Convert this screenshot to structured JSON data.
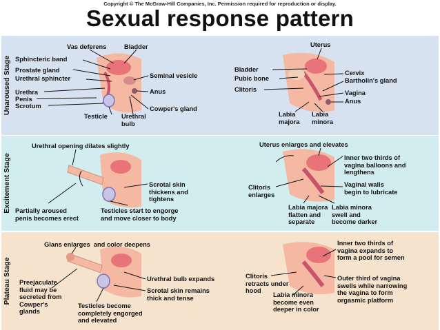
{
  "header": {
    "copyright": "Copyright © The McGraw-Hill Companies, Inc. Permission required for reproduction or display.",
    "title": "Sexual response pattern"
  },
  "stages": {
    "unaroused": "Unaroused Stage",
    "excitement": "Excitement Stage",
    "plateau": "Plateau Stage"
  },
  "unaroused": {
    "male": {
      "vas_deferens": "Vas deferens",
      "bladder": "Bladder",
      "sphincteric_band": "Sphincteric band",
      "prostate_gland": "Prostate gland",
      "urethral_sphincter": "Urethral sphincter",
      "seminal_vesicle": "Seminal vesicle",
      "urethra": "Urethra",
      "penis": "Penis",
      "scrotum": "Scrotum",
      "anus": "Anus",
      "cowpers_gland": "Cowper's gland",
      "testicle": "Testicle",
      "urethral_bulb": "Urethral\nbulb"
    },
    "female": {
      "uterus": "Uterus",
      "bladder": "Bladder",
      "pubic_bone": "Pubic bone",
      "clitoris": "Clitoris",
      "cervix": "Cervix",
      "bartholins_gland": "Bartholin's gland",
      "vagina": "Vagina",
      "anus": "Anus",
      "labia_majora": "Labia\nmajora",
      "labia_minora": "Labia\nminora"
    }
  },
  "excitement": {
    "male": {
      "urethral_opening": "Urethral opening dilates slightly",
      "scrotal_skin": "Scrotal skin\nthickens and\ntightens",
      "partially_aroused": "Partially aroused\npenis becomes erect",
      "testicles_engorge": "Testicles start to engorge\nand move closer to body"
    },
    "female": {
      "uterus_enlarges": "Uterus enlarges and elevates",
      "inner_two_thirds": "Inner two thirds of\nvagina balloons and\nlengthens",
      "clitoris_enlarges": "Clitoris\nenlarges",
      "vaginal_walls": "Vaginal walls\nbegin to lubricate",
      "labia_majora": "Labia majora\nflatten and\nseparate",
      "labia_minora": "Labia minora\nswell and\nbecome darker"
    }
  },
  "plateau": {
    "male": {
      "glans_enlarges": "Glans enlarges  and color deepens",
      "urethral_bulb": "Urethral bulb expands",
      "preejaculate": "Preejaculate\nfluid may be\nsecreted from\nCowper's\nglands",
      "scrotal_skin": "Scrotal skin remains\nthick and tense",
      "testicles": "Testicles become\ncompletely engorged\nand elevated"
    },
    "female": {
      "inner_two_thirds": "Inner two thirds of\nvagina expands to\nform a pool for semen",
      "clitoris": "Clitoris\nretracts under\nhood",
      "outer_third": "Outer third of vagina\nswells while narrowing\nthe vagina to form\norgasmic platform",
      "labia_minora": "Labia minora\nbecome even\ndeeper in color"
    }
  }
}
